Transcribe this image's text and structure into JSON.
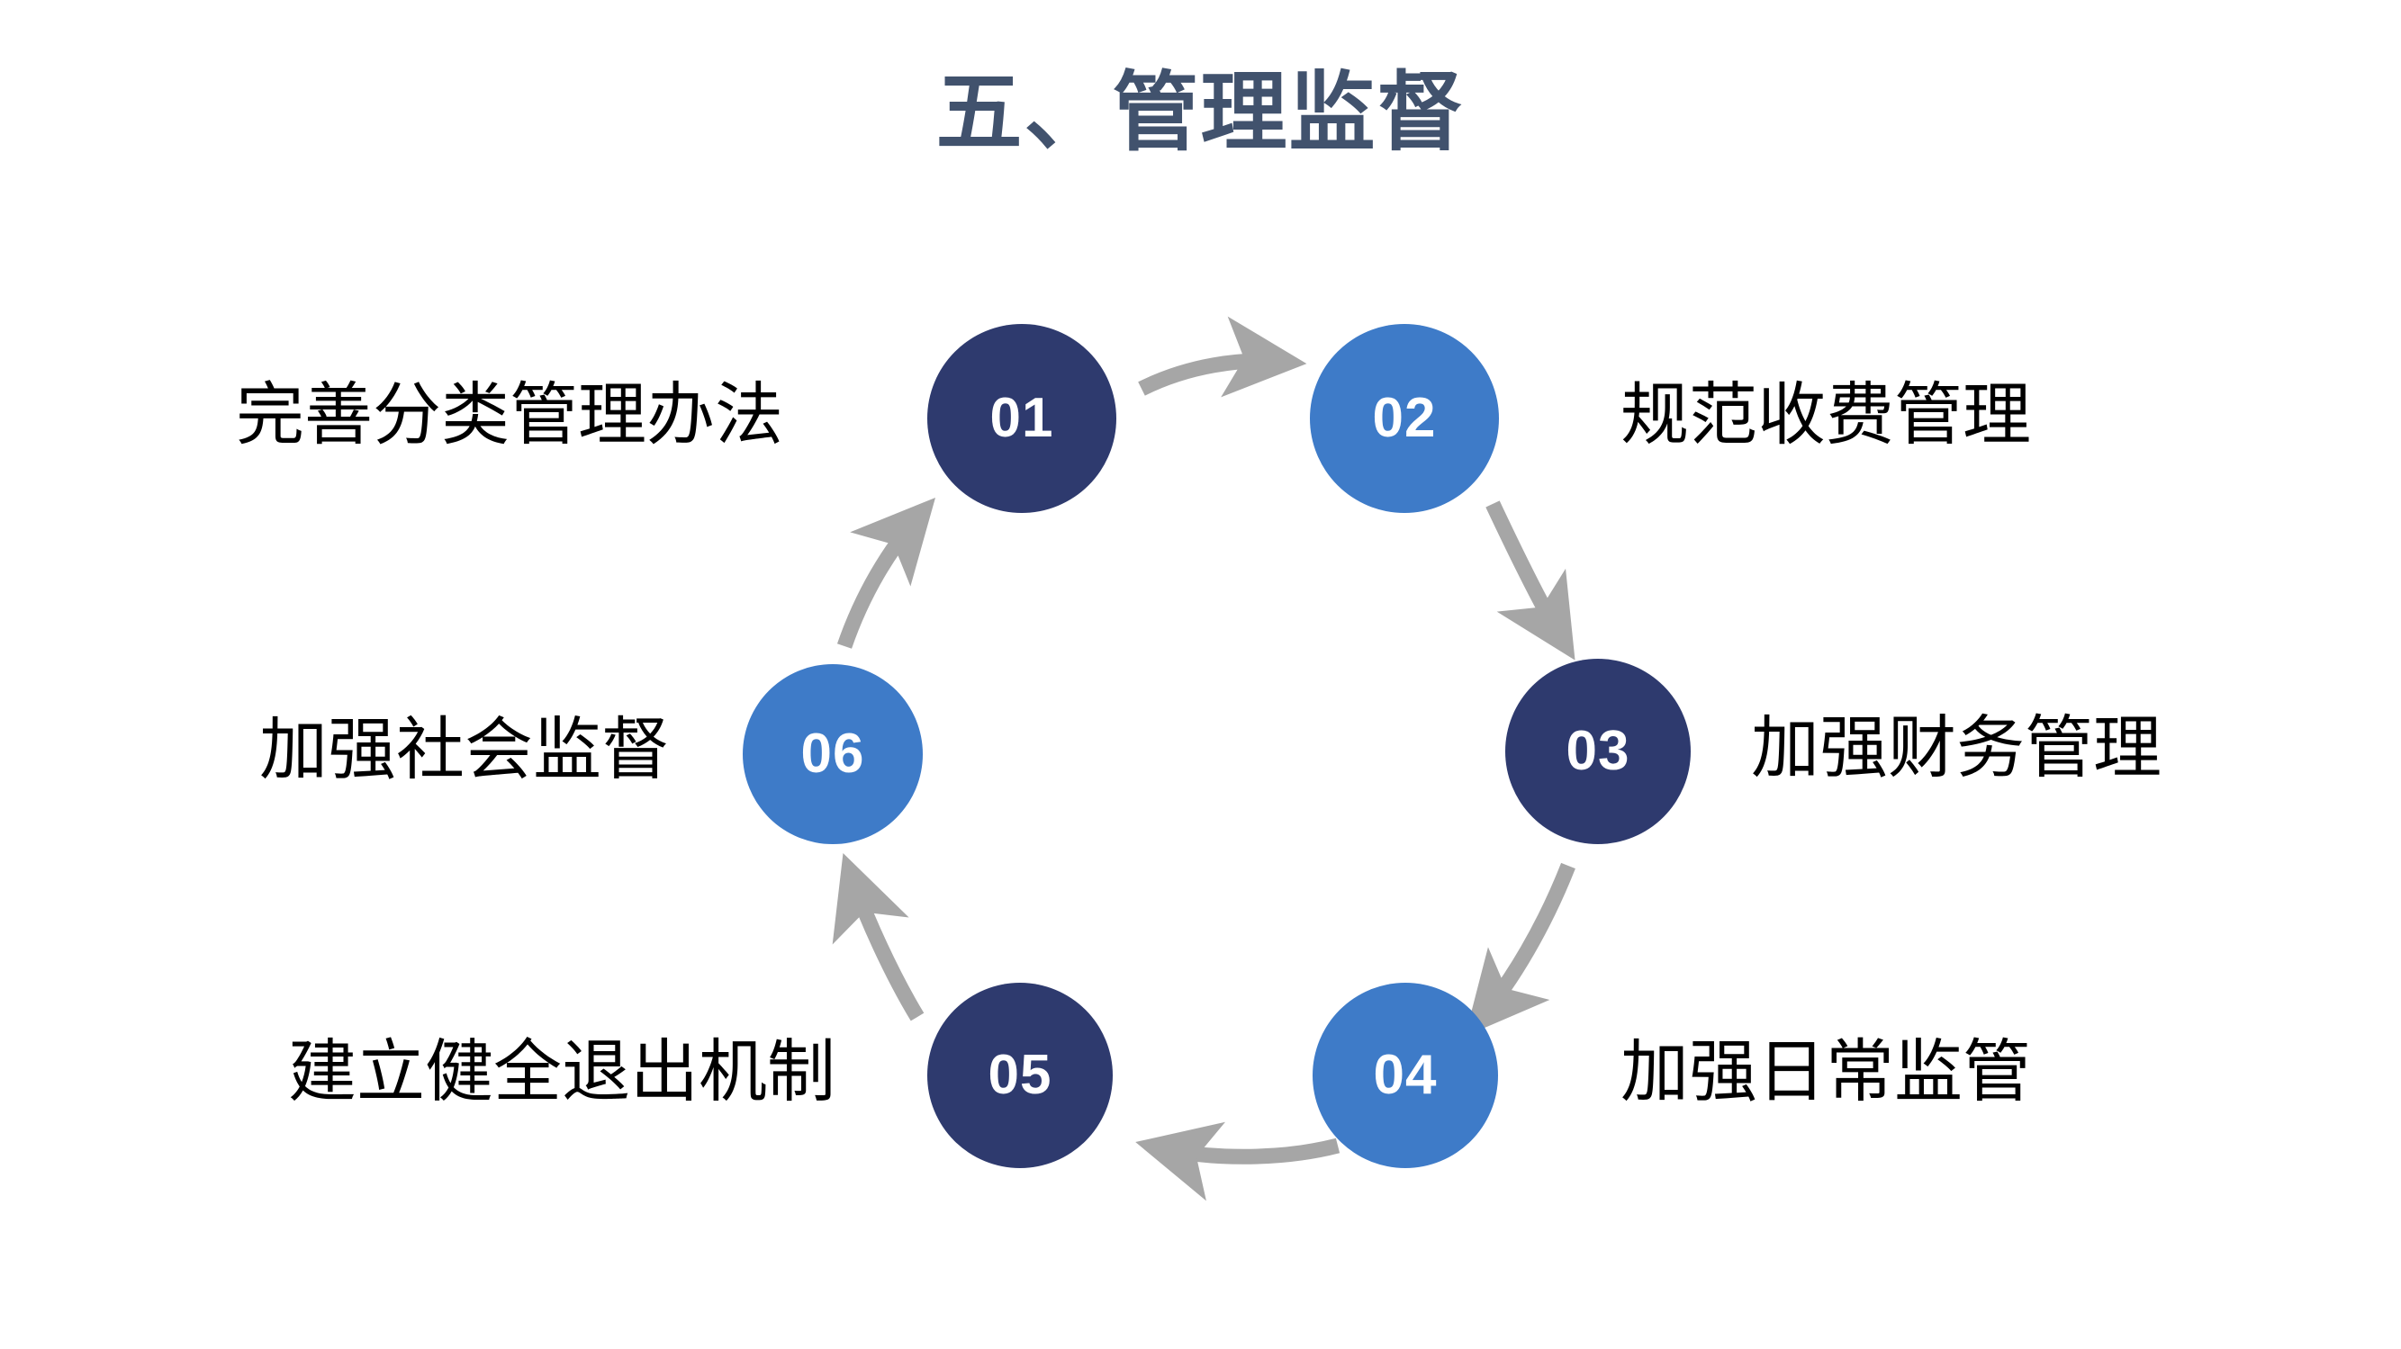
{
  "slide": {
    "title": "五、管理监督",
    "background_color": "#FFFFFF",
    "title_color": "#41526D"
  },
  "palette": {
    "dark_navy": "#2E3A6E",
    "medium_blue": "#3E7BC8",
    "arrow_gray": "#A6A6A6",
    "caption_text": "#000000"
  },
  "diagram": {
    "type": "cycle",
    "direction": "clockwise",
    "steps": [
      {
        "number": "01",
        "label": "完善分类管理办法",
        "color": "#2E3A6E",
        "tone": "dark",
        "label_side": "left"
      },
      {
        "number": "02",
        "label": "规范收费管理",
        "color": "#3E7BC8",
        "tone": "light",
        "label_side": "right"
      },
      {
        "number": "03",
        "label": "加强财务管理",
        "color": "#2E3A6E",
        "tone": "dark",
        "label_side": "right"
      },
      {
        "number": "04",
        "label": "加强日常监管",
        "color": "#3E7BC8",
        "tone": "light",
        "label_side": "right"
      },
      {
        "number": "05",
        "label": "建立健全退出机制",
        "color": "#2E3A6E",
        "tone": "dark",
        "label_side": "left"
      },
      {
        "number": "06",
        "label": "加强社会监督",
        "color": "#3E7BC8",
        "tone": "light",
        "label_side": "left"
      }
    ],
    "connectors": [
      {
        "from": "01",
        "to": "02",
        "style": "curved-arrow"
      },
      {
        "from": "02",
        "to": "03",
        "style": "curved-arrow"
      },
      {
        "from": "03",
        "to": "04",
        "style": "curved-arrow"
      },
      {
        "from": "04",
        "to": "05",
        "style": "curved-arrow"
      },
      {
        "from": "05",
        "to": "06",
        "style": "curved-arrow"
      },
      {
        "from": "06",
        "to": "01",
        "style": "curved-arrow"
      }
    ]
  }
}
